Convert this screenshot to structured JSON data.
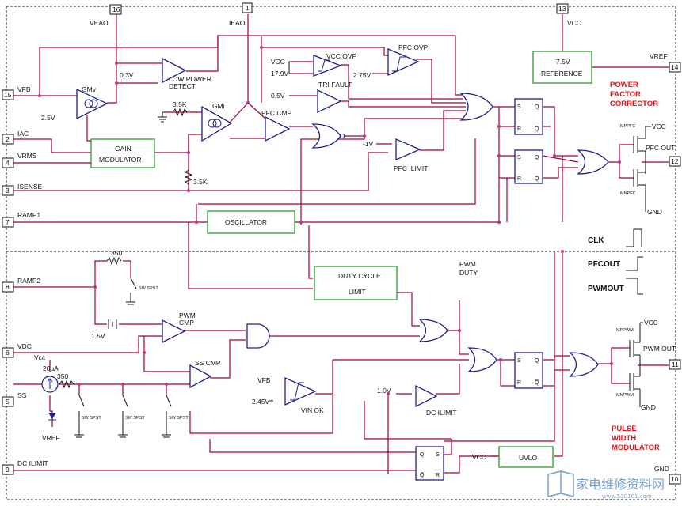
{
  "pins": {
    "p16": "16",
    "p1": "1",
    "p13": "13",
    "p15": "15",
    "p2": "2",
    "p4": "4",
    "p3": "3",
    "p7": "7",
    "p8": "8",
    "p6": "6",
    "p5": "5",
    "p9": "9",
    "p14": "14",
    "p12": "12",
    "p11": "11",
    "p10": "10"
  },
  "pin_labels": {
    "veao": "VEAO",
    "ieao": "IEAO",
    "vcc_top": "VCC",
    "vfb": "VFB",
    "iac": "IAC",
    "vrms": "VRMS",
    "isense": "ISENSE",
    "ramp1": "RAMP1",
    "ramp2": "RAMP2",
    "vdc": "VDC",
    "ss": "SS",
    "dc_ilimit": "DC ILIMIT",
    "vref": "VREF",
    "gnd": "GND"
  },
  "blocks": {
    "reference": [
      "7.5V",
      "REFERENCE"
    ],
    "gain_mod": [
      "GAIN",
      "MODULATOR"
    ],
    "oscillator": "OSCILLATOR",
    "duty": [
      "DUTY CYCLE",
      "LIMIT"
    ],
    "uvlo": "UVLO"
  },
  "amps": {
    "gmv": "GMv",
    "gmi": "GMi",
    "low_power": [
      "LOW POWER",
      "DETECT"
    ],
    "vcc_ovp": "VCC OVP",
    "pfc_ovp": "PFC OVP",
    "tri_fault": "TRI-FAULT",
    "pfc_cmp": "PFC CMP",
    "pfc_ilimit": "PFC ILIMIT",
    "pwm_cmp": [
      "PWM",
      "CMP"
    ],
    "ss_cmp": "SS CMP",
    "vin_ok": "VIN OK",
    "dc_ilimit": "DC ILIMIT",
    "pwm_duty": [
      "PWM",
      "DUTY"
    ]
  },
  "values": {
    "v03": "0.3V",
    "v25": "2.5V",
    "r35k_a": "3.5K",
    "r35k_b": "3.5K",
    "vcc_ovp_ref": "VCC",
    "v179": "17.9V",
    "v275": "2.75V",
    "v05": "0.5V",
    "vm1": "-1V",
    "r350a": "350",
    "v15": "1.5V",
    "vcc_ss": "Vcc",
    "i20ua": "20uA",
    "r350b": "350",
    "vfb_in": "VFB",
    "v245": "2.45V",
    "v10": "1.0V",
    "vcc_uvlo": "VCC",
    "vref_ss": "VREF"
  },
  "switches": {
    "sw": "SW SPST"
  },
  "outputs": {
    "mppfc": "MPPFC",
    "mnpfc": "MNPFC",
    "vcc1": "VCC",
    "pfc_out": "PFC OUT",
    "gnd1": "GND",
    "mppwm": "MPPWM",
    "mnpwm": "MNPWM",
    "vcc2": "VCC",
    "pwm_out": "PWM OUT",
    "gnd2": "GND"
  },
  "sections": {
    "pfc": [
      "POWER",
      "FACTOR",
      "CORRECTOR"
    ],
    "pwm": [
      "PULSE",
      "WIDTH",
      "MODULATOR"
    ]
  },
  "timing": {
    "clk": "CLK",
    "pfcout": "PFCOUT",
    "pwmout": "PWMOUT"
  },
  "flipflop": {
    "s": "S",
    "r": "R",
    "q": "Q",
    "qb": "Q̅"
  },
  "watermark": {
    "cn": "家电维修资料网",
    "url": "www.520101.com"
  }
}
